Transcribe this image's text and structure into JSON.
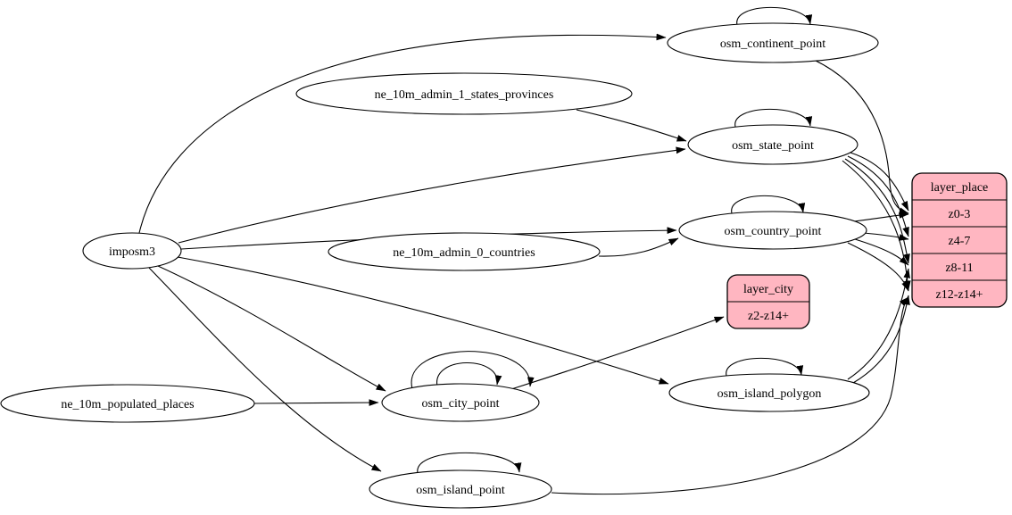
{
  "page": {
    "background": "#ffffff"
  },
  "diagram": {
    "type": "graphviz-dependency-graph",
    "colors": {
      "record_fill": "#ffb6c1",
      "node_fill": "#ffffff",
      "stroke": "#000000"
    },
    "nodes": [
      {
        "id": "imposm3",
        "type": "ellipse",
        "label": "imposm3"
      },
      {
        "id": "ne_10m_admin_1_states_provinces",
        "type": "ellipse",
        "label": "ne_10m_admin_1_states_provinces"
      },
      {
        "id": "ne_10m_admin_0_countries",
        "type": "ellipse",
        "label": "ne_10m_admin_0_countries"
      },
      {
        "id": "ne_10m_populated_places",
        "type": "ellipse",
        "label": "ne_10m_populated_places"
      },
      {
        "id": "osm_continent_point",
        "type": "ellipse",
        "label": "osm_continent_point"
      },
      {
        "id": "osm_state_point",
        "type": "ellipse",
        "label": "osm_state_point"
      },
      {
        "id": "osm_country_point",
        "type": "ellipse",
        "label": "osm_country_point"
      },
      {
        "id": "osm_city_point",
        "type": "ellipse",
        "label": "osm_city_point"
      },
      {
        "id": "osm_island_polygon",
        "type": "ellipse",
        "label": "osm_island_polygon"
      },
      {
        "id": "osm_island_point",
        "type": "ellipse",
        "label": "osm_island_point"
      },
      {
        "id": "layer_city",
        "type": "record",
        "title": "layer_city",
        "rows": [
          "z2-z14+"
        ]
      },
      {
        "id": "layer_place",
        "type": "record",
        "title": "layer_place",
        "rows": [
          "z0-3",
          "z4-7",
          "z8-11",
          "z12-z14+"
        ]
      }
    ],
    "edges": [
      {
        "from": "imposm3",
        "to": "osm_continent_point"
      },
      {
        "from": "imposm3",
        "to": "osm_state_point"
      },
      {
        "from": "imposm3",
        "to": "osm_country_point"
      },
      {
        "from": "imposm3",
        "to": "osm_city_point"
      },
      {
        "from": "imposm3",
        "to": "osm_island_polygon"
      },
      {
        "from": "imposm3",
        "to": "osm_island_point"
      },
      {
        "from": "ne_10m_admin_1_states_provinces",
        "to": "osm_state_point"
      },
      {
        "from": "ne_10m_admin_0_countries",
        "to": "osm_country_point"
      },
      {
        "from": "ne_10m_populated_places",
        "to": "osm_city_point"
      },
      {
        "from": "osm_continent_point",
        "to": "osm_continent_point"
      },
      {
        "from": "osm_state_point",
        "to": "osm_state_point"
      },
      {
        "from": "osm_country_point",
        "to": "osm_country_point"
      },
      {
        "from": "osm_city_point",
        "to": "osm_city_point",
        "variant": 1
      },
      {
        "from": "osm_city_point",
        "to": "osm_city_point",
        "variant": 2
      },
      {
        "from": "osm_island_polygon",
        "to": "osm_island_polygon"
      },
      {
        "from": "osm_island_point",
        "to": "osm_island_point"
      },
      {
        "from": "osm_continent_point",
        "to": "layer_place",
        "port": "z0-3"
      },
      {
        "from": "osm_state_point",
        "to": "layer_place",
        "port": "z0-3"
      },
      {
        "from": "osm_state_point",
        "to": "layer_place",
        "port": "z4-7"
      },
      {
        "from": "osm_state_point",
        "to": "layer_place",
        "port": "z8-11"
      },
      {
        "from": "osm_state_point",
        "to": "layer_place",
        "port": "z12-z14+"
      },
      {
        "from": "osm_country_point",
        "to": "layer_place",
        "port": "z0-3"
      },
      {
        "from": "osm_country_point",
        "to": "layer_place",
        "port": "z4-7"
      },
      {
        "from": "osm_country_point",
        "to": "layer_place",
        "port": "z8-11"
      },
      {
        "from": "osm_country_point",
        "to": "layer_place",
        "port": "z12-z14+"
      },
      {
        "from": "osm_island_polygon",
        "to": "layer_place",
        "port": "z8-11"
      },
      {
        "from": "osm_island_polygon",
        "to": "layer_place",
        "port": "z12-z14+"
      },
      {
        "from": "osm_island_point",
        "to": "layer_place",
        "port": "z12-z14+"
      },
      {
        "from": "osm_city_point",
        "to": "layer_city",
        "port": "z2-z14+"
      }
    ]
  }
}
